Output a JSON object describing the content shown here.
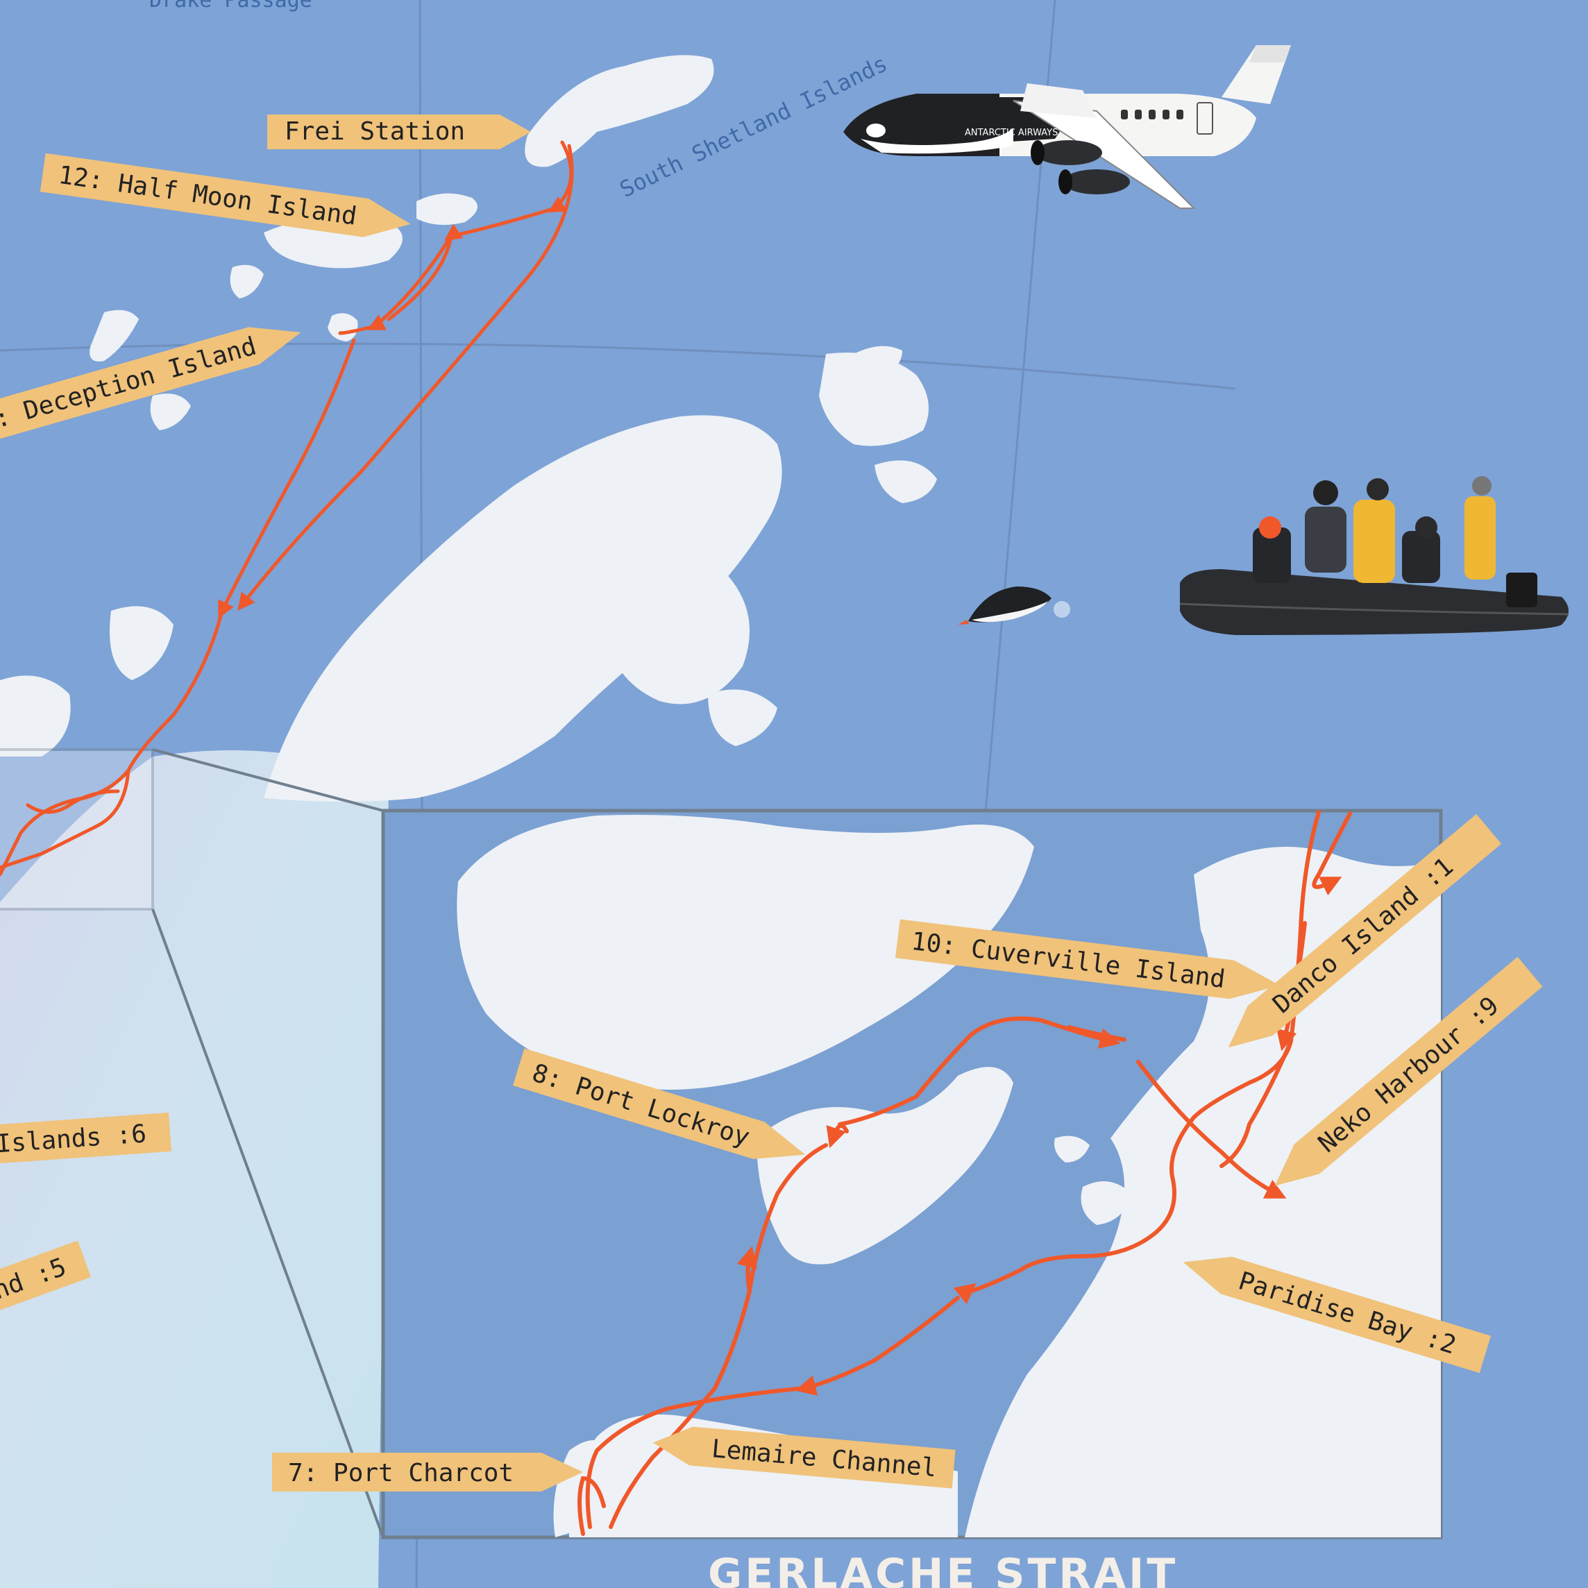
{
  "map": {
    "regions": {
      "drake_passage": "Drake Passage",
      "south_shetland": "South Shetland Islands",
      "gerlache_strait": "GERLACHE STRAIT"
    },
    "stops": {
      "frei": "Frei Station",
      "half_moon": "12: Half Moon Island",
      "deception": ": Deception Island",
      "islands6": "Islands :6",
      "island5": "nd :5",
      "cuverville": "10: Cuverville Island",
      "port_lockroy": "8: Port Lockroy",
      "danco": "Danco Island :1",
      "neko": "Neko Harbour :9",
      "paradise": "Paridise Bay :2",
      "lemaire": "Lemaire Channel",
      "port_charcot": "7: Port Charcot"
    },
    "aircraft_text": "ANTARCTIC AIRWAYS",
    "colors": {
      "sea": "#7ea3d6",
      "inset_sea": "#7ba0d2",
      "ice": "#eef1f6",
      "label": "#f0c27a",
      "route": "#f0582a",
      "frame": "#6f7f8e"
    }
  }
}
